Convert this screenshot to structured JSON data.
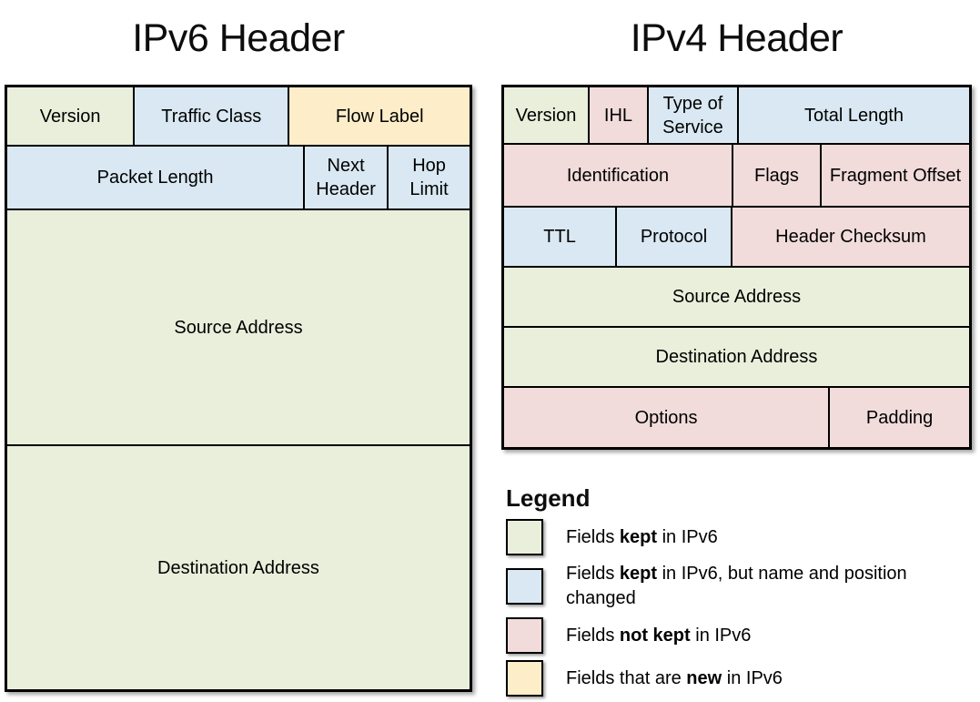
{
  "colors": {
    "kept": "#e9efdb",
    "changed": "#d9e8f2",
    "removed": "#f1dcdb",
    "new": "#fdeec9"
  },
  "ipv6": {
    "title": "IPv6 Header",
    "rows": [
      {
        "cells": [
          {
            "label": "Version",
            "status": "kept"
          },
          {
            "label": "Traffic Class",
            "status": "changed"
          },
          {
            "label": "Flow Label",
            "status": "new"
          }
        ]
      },
      {
        "cells": [
          {
            "label": "Packet Length",
            "status": "changed"
          },
          {
            "label": "Next Header",
            "status": "changed"
          },
          {
            "label": "Hop Limit",
            "status": "changed"
          }
        ]
      },
      {
        "cells": [
          {
            "label": "Source Address",
            "status": "kept"
          }
        ]
      },
      {
        "cells": [
          {
            "label": "Destination Address",
            "status": "kept"
          }
        ]
      }
    ]
  },
  "ipv4": {
    "title": "IPv4 Header",
    "rows": [
      {
        "cells": [
          {
            "label": "Version",
            "status": "kept"
          },
          {
            "label": "IHL",
            "status": "removed"
          },
          {
            "label": "Type of Service",
            "status": "changed"
          },
          {
            "label": "Total Length",
            "status": "changed"
          }
        ]
      },
      {
        "cells": [
          {
            "label": "Identification",
            "status": "removed"
          },
          {
            "label": "Flags",
            "status": "removed"
          },
          {
            "label": "Fragment Offset",
            "status": "removed"
          }
        ]
      },
      {
        "cells": [
          {
            "label": "TTL",
            "status": "changed"
          },
          {
            "label": "Protocol",
            "status": "changed"
          },
          {
            "label": "Header Checksum",
            "status": "removed"
          }
        ]
      },
      {
        "cells": [
          {
            "label": "Source Address",
            "status": "kept"
          }
        ]
      },
      {
        "cells": [
          {
            "label": "Destination Address",
            "status": "kept"
          }
        ]
      },
      {
        "cells": [
          {
            "label": "Options",
            "status": "removed"
          },
          {
            "label": "Padding",
            "status": "removed"
          }
        ]
      }
    ]
  },
  "legend": {
    "title": "Legend",
    "items": [
      {
        "status": "kept",
        "segments": [
          {
            "text": "Fields "
          },
          {
            "text": "kept",
            "bold": true
          },
          {
            "text": " in IPv6"
          }
        ]
      },
      {
        "status": "changed",
        "segments": [
          {
            "text": "Fields "
          },
          {
            "text": "kept",
            "bold": true
          },
          {
            "text": " in IPv6, but name and position changed"
          }
        ]
      },
      {
        "status": "removed",
        "segments": [
          {
            "text": "Fields "
          },
          {
            "text": "not kept",
            "bold": true
          },
          {
            "text": " in IPv6"
          }
        ]
      },
      {
        "status": "new",
        "segments": [
          {
            "text": "Fields that are "
          },
          {
            "text": "new",
            "bold": true
          },
          {
            "text": " in IPv6"
          }
        ]
      }
    ]
  }
}
